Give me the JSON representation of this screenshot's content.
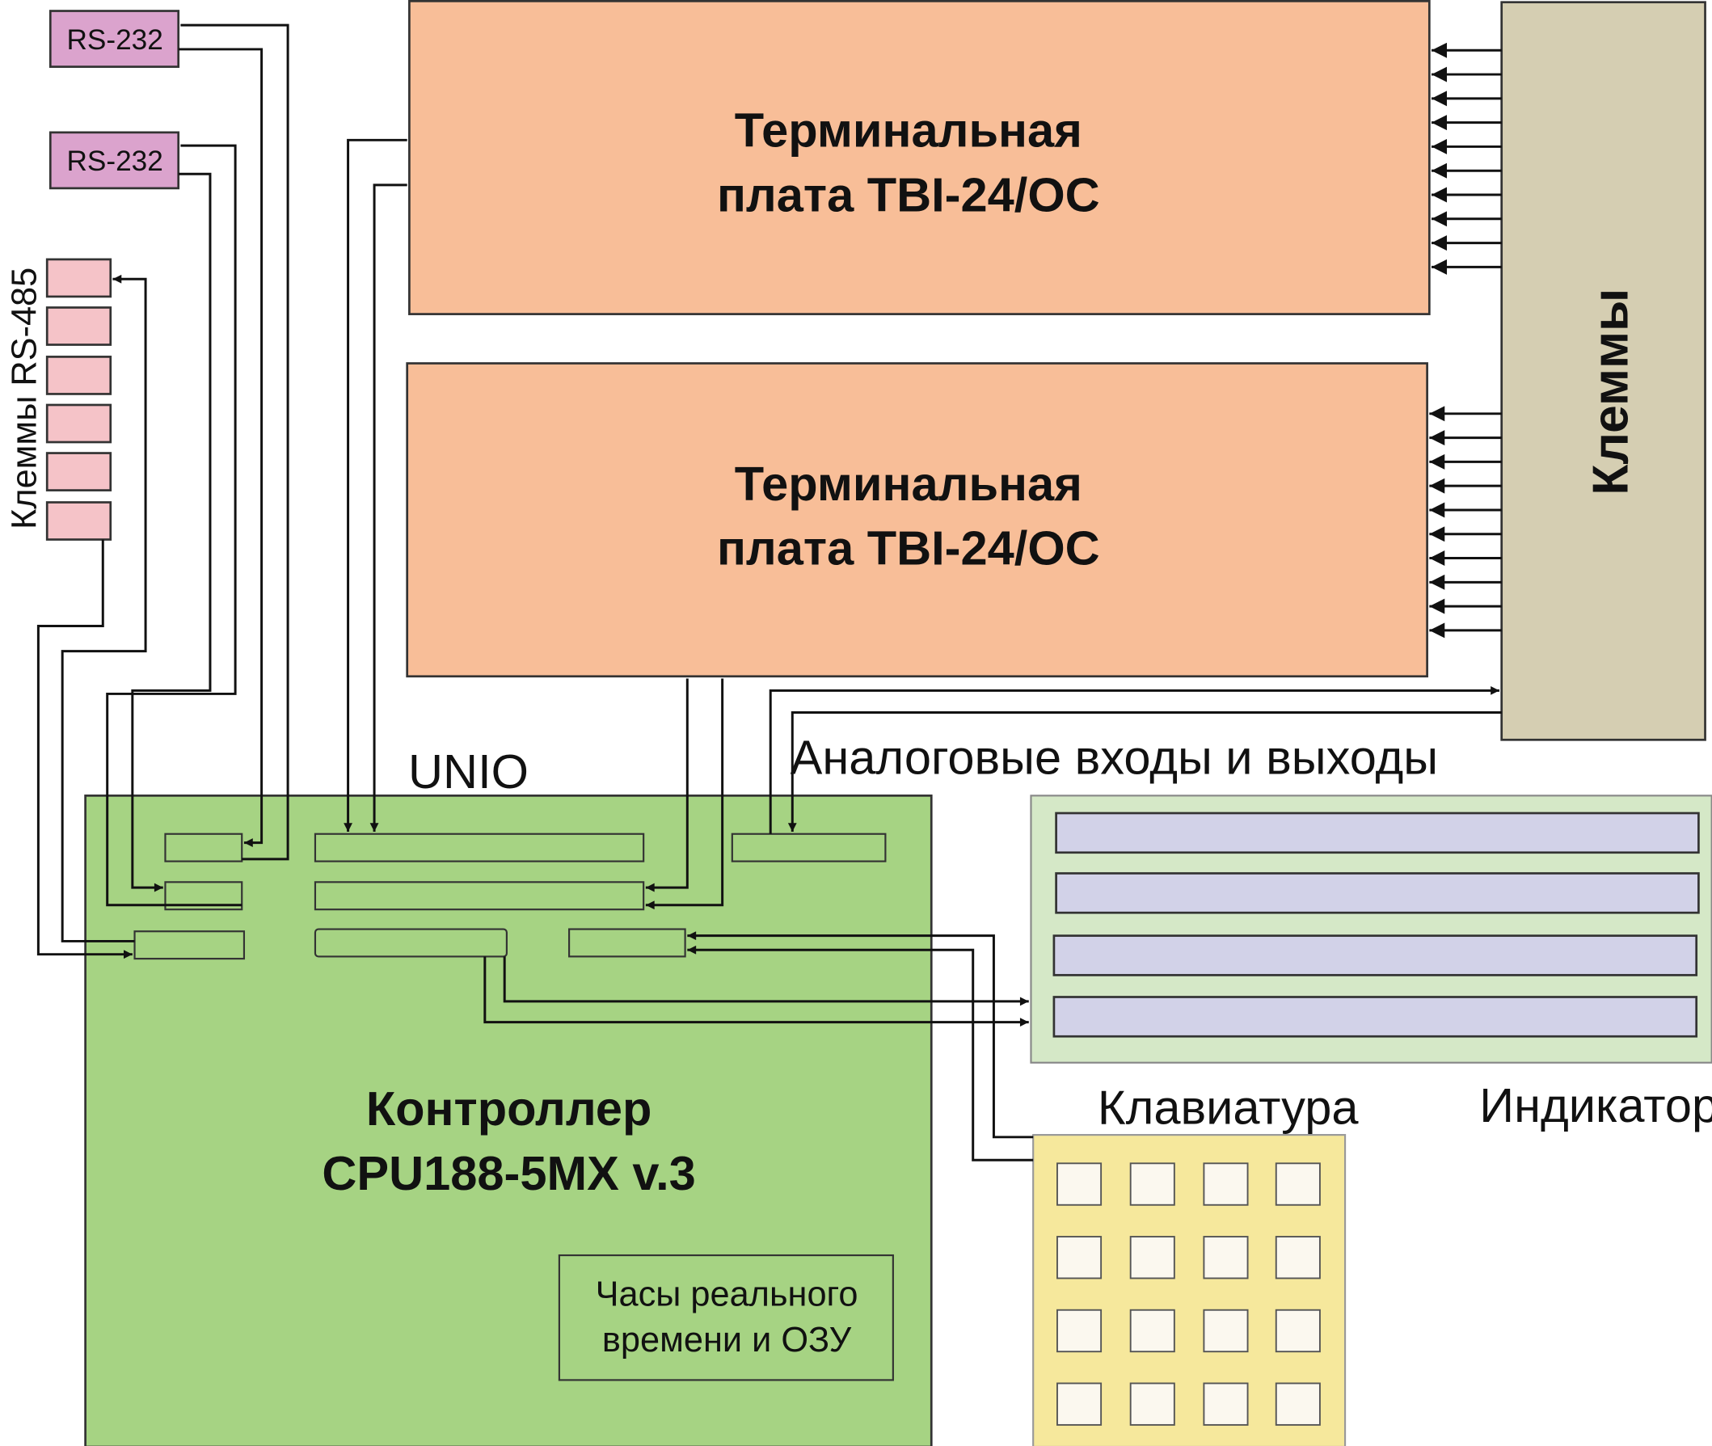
{
  "rs232_labels": [
    "RS-232",
    "RS-232"
  ],
  "rs485_label": "Клеммы RS-485",
  "terminal_board_1": [
    "Терминальная",
    "плата TBI-24/OC"
  ],
  "terminal_board_2": [
    "Терминальная",
    "плата TBI-24/OC"
  ],
  "terminals_label": "Клеммы",
  "unio_label": "UNIO",
  "analog_label": "Аналоговые входы и выходы",
  "controller_title": [
    "Контроллер",
    "CPU188-5MX v.3"
  ],
  "rtc_label": [
    "Часы реального",
    "времени и ОЗУ"
  ],
  "keyboard_label": "Клавиатура",
  "indicator_label": "Индикатор",
  "colors": {
    "terminal_board": "#f8be98",
    "terminals_block": "#d5ceb2",
    "controller": "#a6d383",
    "indicator_panel": "#d5e8c7",
    "indicator_row": "#d2d2e8",
    "keyboard": "#f6e89c",
    "key": "#fbf8ef",
    "rs232": "#dba3cd",
    "rs485": "#f5c3c8"
  }
}
